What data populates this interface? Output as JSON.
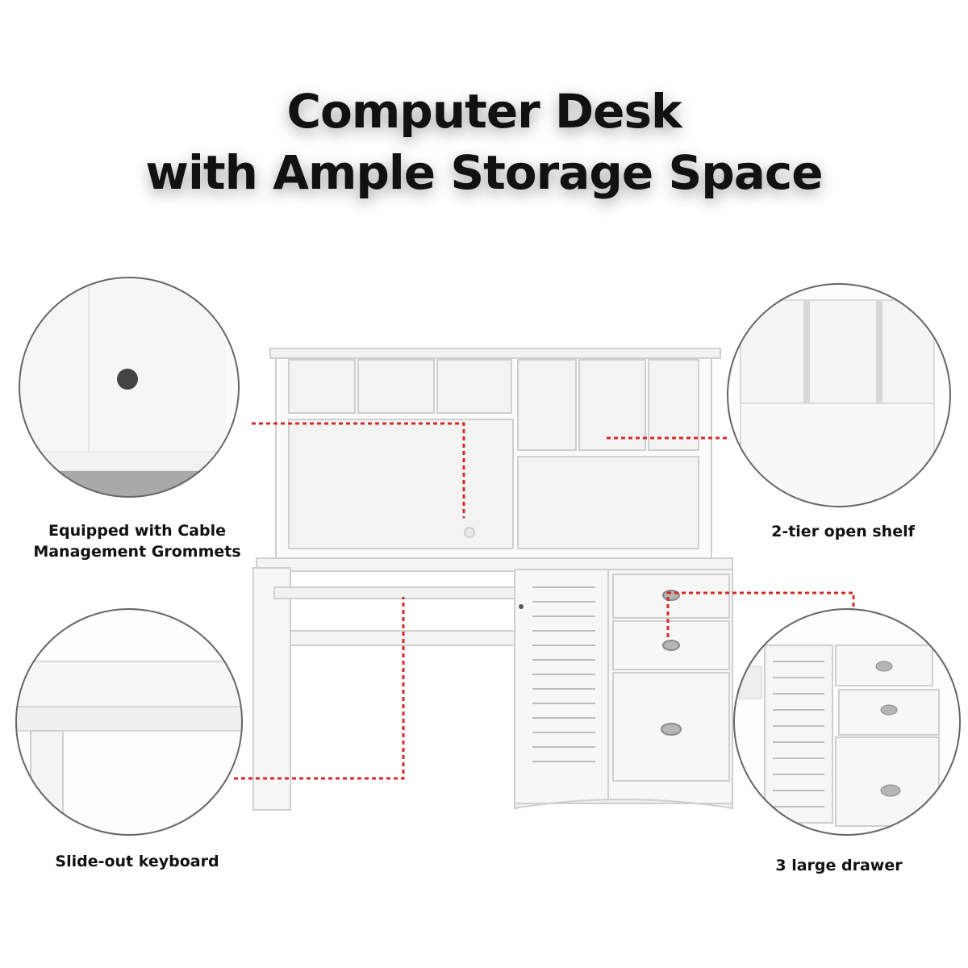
{
  "title": {
    "line1": "Computer Desk",
    "line2": "with Ample Storage Space"
  },
  "callouts": {
    "grommet": {
      "line1": "Equipped with Cable",
      "line2": "Management Grommets"
    },
    "shelf": "2-tier open shelf",
    "keyboard": "Slide-out keyboard",
    "drawer": "3 large drawer"
  },
  "colors": {
    "background": "#ffffff",
    "furniture": "#f7f7f7",
    "dash_line": "#d62828",
    "text": "#111111"
  }
}
